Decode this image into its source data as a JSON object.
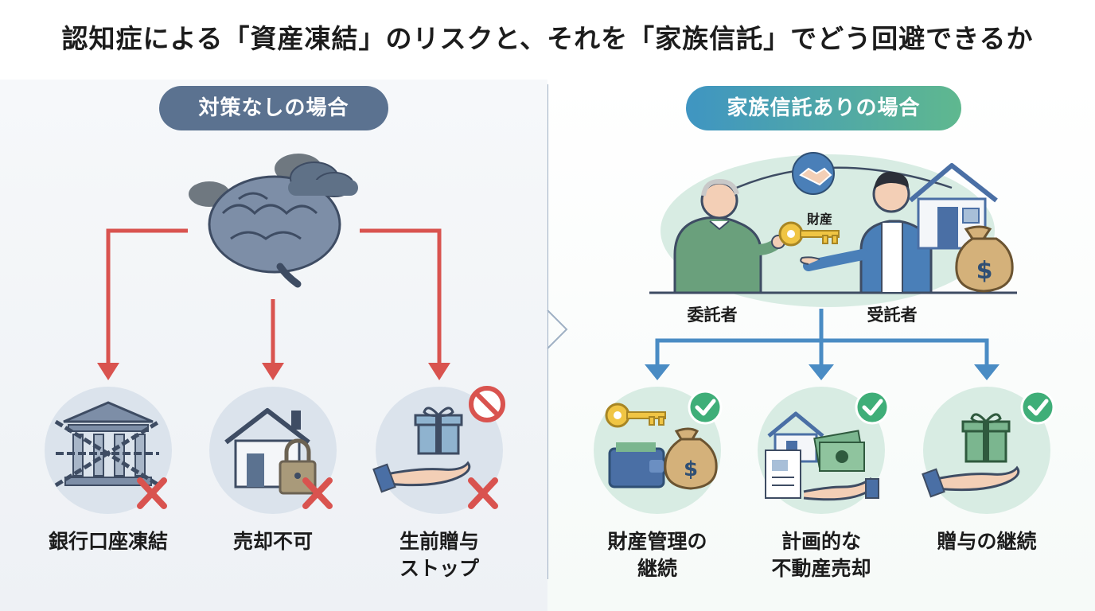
{
  "title": "認知症による「資産凍結」のリスクと、それを「家族信託」でどう回避できるか",
  "left": {
    "heading": "対策なしの場合",
    "items": [
      {
        "label": "銀行口座凍結"
      },
      {
        "label": "売却不可"
      },
      {
        "label_line1": "生前贈与",
        "label_line2": "ストップ"
      }
    ]
  },
  "right": {
    "heading": "家族信託ありの場合",
    "asset_label": "財産",
    "settlor_label": "委託者",
    "trustee_label": "受託者",
    "items": [
      {
        "label_line1": "財産管理の",
        "label_line2": "継続"
      },
      {
        "label_line1": "計画的な",
        "label_line2": "不動産売却"
      },
      {
        "label": "贈与の継続"
      }
    ]
  },
  "colors": {
    "red_arrow": "#d9534f",
    "blue_arrow": "#4a8cc4",
    "check_green": "#3fae78",
    "left_pill": "#5b7290"
  }
}
